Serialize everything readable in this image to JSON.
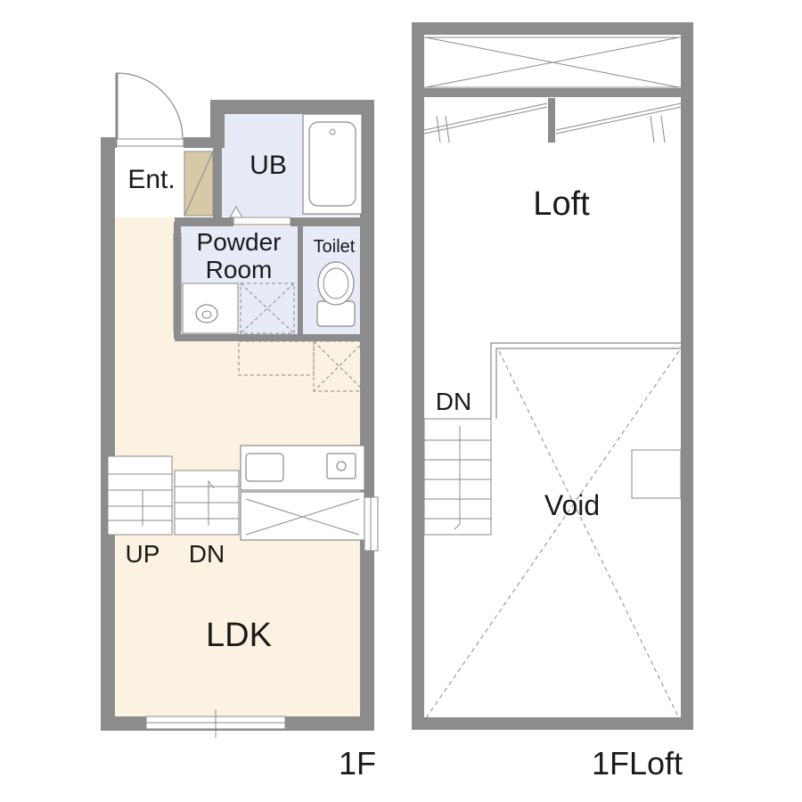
{
  "floors": [
    {
      "id": "1F",
      "caption": "1F",
      "rooms": {
        "entrance": "Ent.",
        "bathroom": "UB",
        "powder_room_line1": "Powder",
        "powder_room_line2": "Room",
        "toilet": "Toilet",
        "ldk": "LDK"
      },
      "stairs": {
        "up": "UP",
        "down": "DN"
      }
    },
    {
      "id": "1FLoft",
      "caption": "1FLoft",
      "rooms": {
        "loft": "Loft",
        "void": "Void"
      },
      "stairs": {
        "down": "DN"
      }
    }
  ],
  "colors": {
    "wall": "#8c8c8c",
    "ldk_floor": "#fbf2e1",
    "wet_area_floor": "#e6ebf7",
    "entrance_floor": "#ffffff",
    "shoe_cabinet": "#d6c9a6",
    "fixture_line": "#8a8a8a",
    "text": "#1a1a1a"
  }
}
